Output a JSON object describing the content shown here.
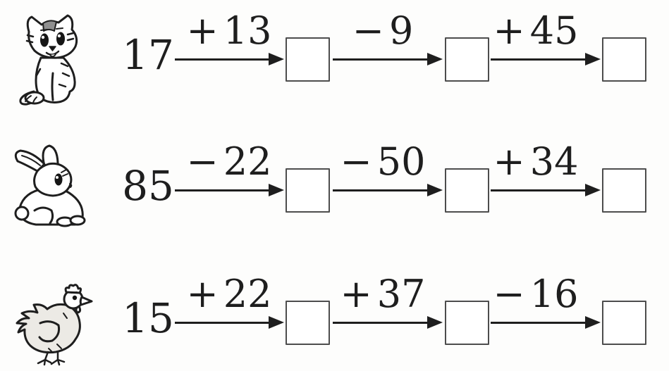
{
  "worksheet": {
    "rows": [
      {
        "animal": "cat",
        "start": "17",
        "operations": [
          {
            "sign": "+",
            "value": "13"
          },
          {
            "sign": "−",
            "value": "9"
          },
          {
            "sign": "+",
            "value": "45"
          }
        ],
        "answers": [
          "",
          "",
          ""
        ]
      },
      {
        "animal": "rabbit",
        "start": "85",
        "operations": [
          {
            "sign": "−",
            "value": "22"
          },
          {
            "sign": "−",
            "value": "50"
          },
          {
            "sign": "+",
            "value": "34"
          }
        ],
        "answers": [
          "",
          "",
          ""
        ]
      },
      {
        "animal": "hen",
        "start": "15",
        "operations": [
          {
            "sign": "+",
            "value": "22"
          },
          {
            "sign": "+",
            "value": "37"
          },
          {
            "sign": "−",
            "value": "16"
          }
        ],
        "answers": [
          "",
          "",
          ""
        ]
      }
    ],
    "colors": {
      "ink": "#1e1e1e",
      "box_border": "#4d4d4d",
      "paper": "#fdfdfc",
      "patch_gray": "#8f8f8f",
      "hen_gray": "#eceae5"
    }
  }
}
